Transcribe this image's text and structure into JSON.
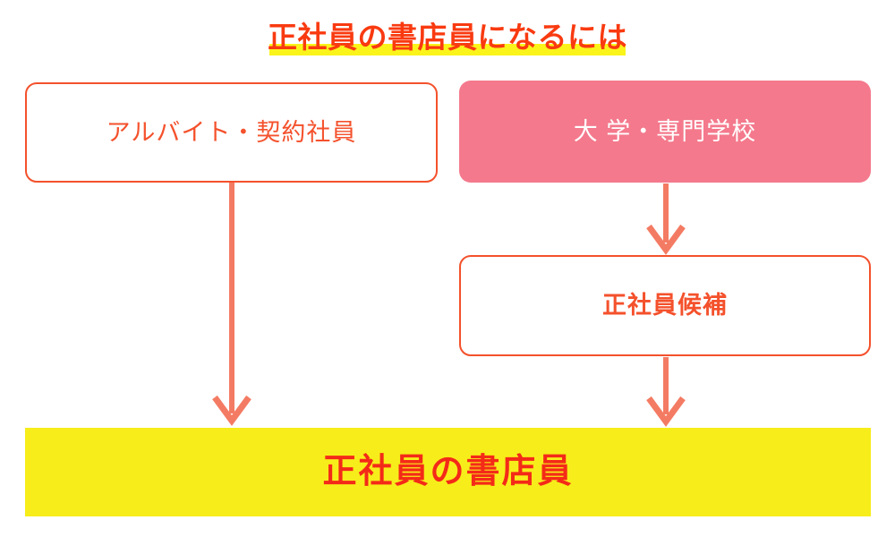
{
  "diagram": {
    "title": "正社員の書店員になるには",
    "title_color": "#F93A10",
    "title_highlight_color": "#FAF41B",
    "background_color": "#FFFFFF",
    "arrow_color": "#F47B63",
    "nodes": [
      {
        "id": "parttime",
        "label": "アルバイト・契約社員",
        "style": "outline",
        "fill_color": "#FFFFFF",
        "border_color": "#F4512C",
        "text_color": "#F4512C"
      },
      {
        "id": "university",
        "label": "大 学・専門学校",
        "style": "filled",
        "fill_color": "#F4798C",
        "border_color": "#F4798C",
        "text_color": "#FFFFFF"
      },
      {
        "id": "candidate",
        "label": "正社員候補",
        "style": "outline",
        "fill_color": "#FFFFFF",
        "border_color": "#F4512C",
        "text_color": "#F4512C"
      },
      {
        "id": "goal",
        "label": "正社員の書店員",
        "style": "highlight",
        "fill_color": "#F7ED1A",
        "border_color": "#F7ED1A",
        "text_color": "#F42A18"
      }
    ],
    "edges": [
      {
        "id": "parttime-to-goal",
        "from": "parttime",
        "to": "goal",
        "direction": "down"
      },
      {
        "id": "university-to-candidate",
        "from": "university",
        "to": "candidate",
        "direction": "down"
      },
      {
        "id": "candidate-to-goal",
        "from": "candidate",
        "to": "goal",
        "direction": "down"
      }
    ]
  }
}
